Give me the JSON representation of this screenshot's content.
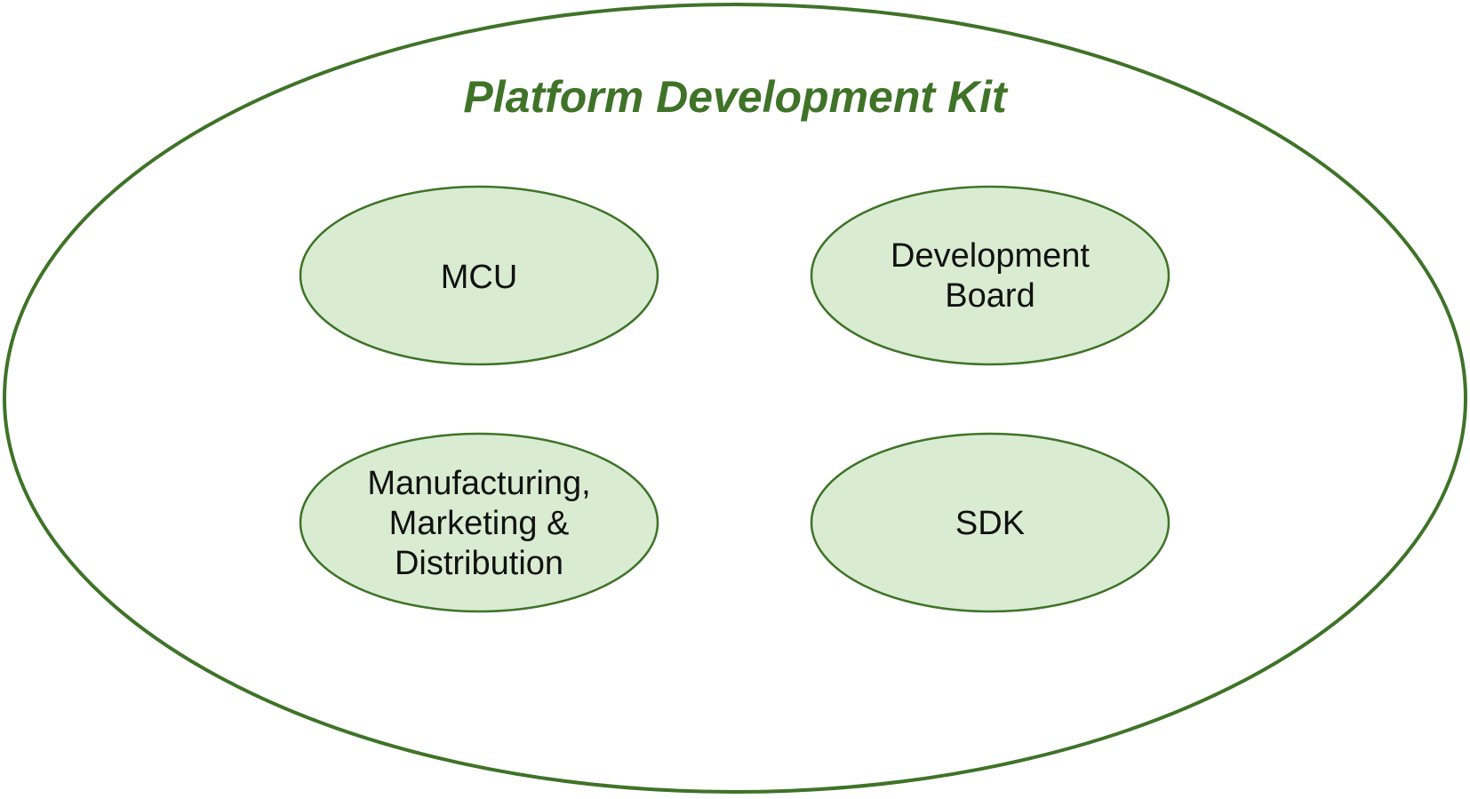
{
  "title": "Platform Development Kit",
  "components": [
    {
      "lines": [
        "MCU"
      ]
    },
    {
      "lines": [
        "Development",
        "Board"
      ]
    },
    {
      "lines": [
        "Manufacturing,",
        "Marketing &",
        "Distribution"
      ]
    },
    {
      "lines": [
        "SDK"
      ]
    }
  ],
  "colors": {
    "outline": "#3f7328",
    "fill": "#d9ecd2",
    "title": "#3f7328",
    "text": "#111111"
  }
}
